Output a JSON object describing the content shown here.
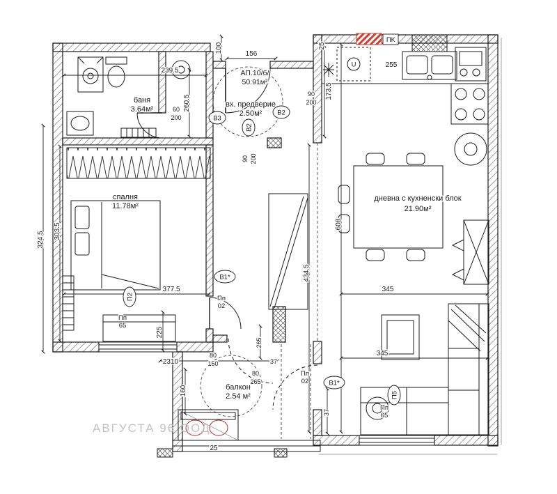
{
  "watermark": "АВГУСТА 96 ООД",
  "apartment": {
    "number": "АП.10/б/",
    "total_area": "50.91м²"
  },
  "rooms": {
    "bathroom": {
      "name": "баня",
      "area": "3.64м²"
    },
    "entry": {
      "name": "вх. предверие",
      "area": "2.50м²"
    },
    "bedroom": {
      "name": "спалня",
      "area": "11.78м²"
    },
    "living": {
      "name": "дневна с кухненски блок",
      "area": "21.90м²"
    },
    "balcony": {
      "name": "балкон",
      "area": "2.54 м²"
    }
  },
  "markers": {
    "fire_box": "ПК",
    "v3": "В3",
    "v2_mid": "В2",
    "v2_right": "В2",
    "v1_bedroom": "В1*",
    "v1_living": "В1*",
    "p2": "П2",
    "p5": "П5",
    "circle_u": "U",
    "pp_bedroom_window": {
      "l1": "Пп",
      "l2": "65"
    },
    "pp_bedroom_door": {
      "l1": "Пп",
      "l2": "02"
    },
    "pp_living_door": {
      "l1": "Пп",
      "l2": "02"
    },
    "pp_living_window": {
      "l1": "Пп",
      "l2": "65"
    }
  },
  "dims": {
    "d239_5": "239.5",
    "d100": "100",
    "d156": "156",
    "d25_top": "25",
    "d255": "255",
    "d260_5": "260.5",
    "d173_5": "173.5",
    "door60_w": "60",
    "door60_h": "200",
    "door90a_w": "90",
    "door90a_h": "200",
    "door90b_w": "90",
    "door90b_h": "200",
    "d303_5": "303.5",
    "d324_5": "324.5",
    "d608": "608",
    "d434_5": "434.5",
    "d377_5": "377.5",
    "d345_a": "345",
    "d345_b": "345",
    "d225": "225",
    "d2310": "2310",
    "d80_a": "80",
    "d150": "150",
    "d37_a": "37",
    "d80_b": "80",
    "d265_a": "265",
    "d265_b": "265",
    "d160": "160",
    "d37_b": "37",
    "d25_bottom": "25"
  },
  "colors": {
    "accent_red": "#d23b2f",
    "wall_line": "#1a1a1a",
    "watermark_gray": "#bdbcbc"
  }
}
